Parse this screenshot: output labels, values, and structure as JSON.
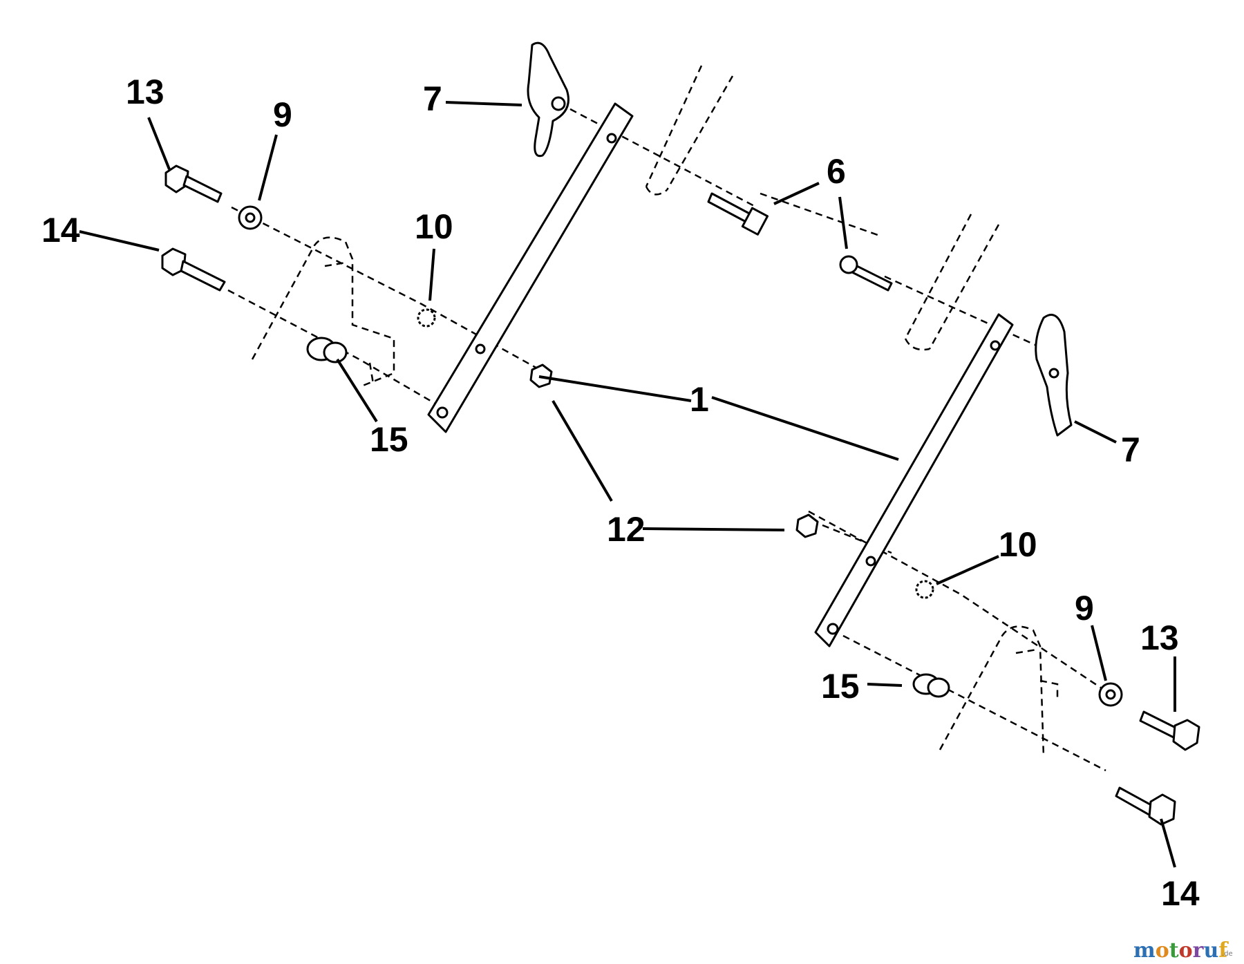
{
  "callouts": {
    "c1": "1",
    "c6": "6",
    "c7": "7",
    "c9": "9",
    "c10": "10",
    "c12": "12",
    "c13": "13",
    "c14": "14",
    "c15": "15"
  },
  "watermark": {
    "letters": [
      "m",
      "o",
      "t",
      "o",
      "r",
      "u",
      "f"
    ],
    "suffix": ".de",
    "colors": [
      "#2c6fb3",
      "#e08a1e",
      "#3a9a3a",
      "#c0392b",
      "#7b4aa0",
      "#2c6fb3",
      "#e0a81e"
    ]
  }
}
